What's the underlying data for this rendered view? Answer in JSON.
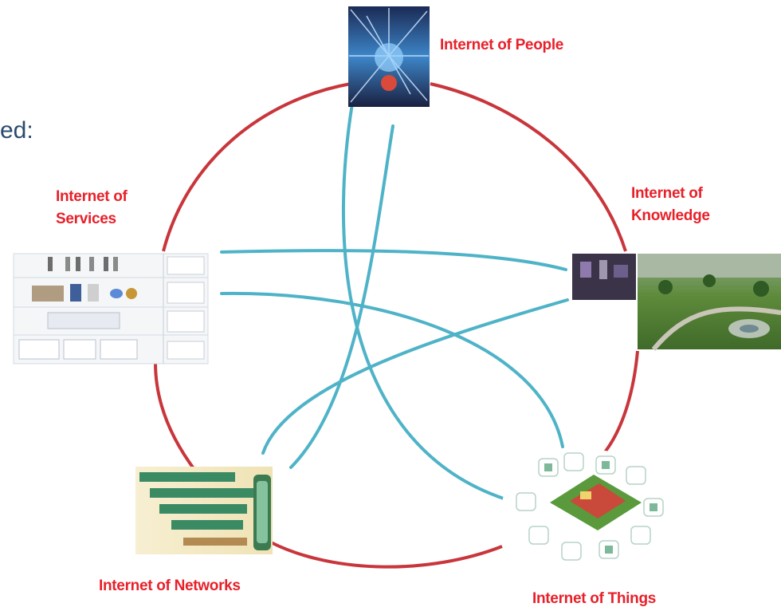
{
  "partial_text": "ed:",
  "nodes": {
    "people": {
      "label": "Internet of People"
    },
    "knowledge": {
      "label_line1": "Internet of",
      "label_line2": "Knowledge"
    },
    "services": {
      "label_line1": "Internet of",
      "label_line2": "Services"
    },
    "networks": {
      "label": "Internet of Networks"
    },
    "things": {
      "label": "Internet of Things"
    }
  },
  "colors": {
    "label": "#e8202a",
    "ring": "#c8363c",
    "link": "#4fb3c8",
    "partial_text": "#2c4a6e"
  }
}
